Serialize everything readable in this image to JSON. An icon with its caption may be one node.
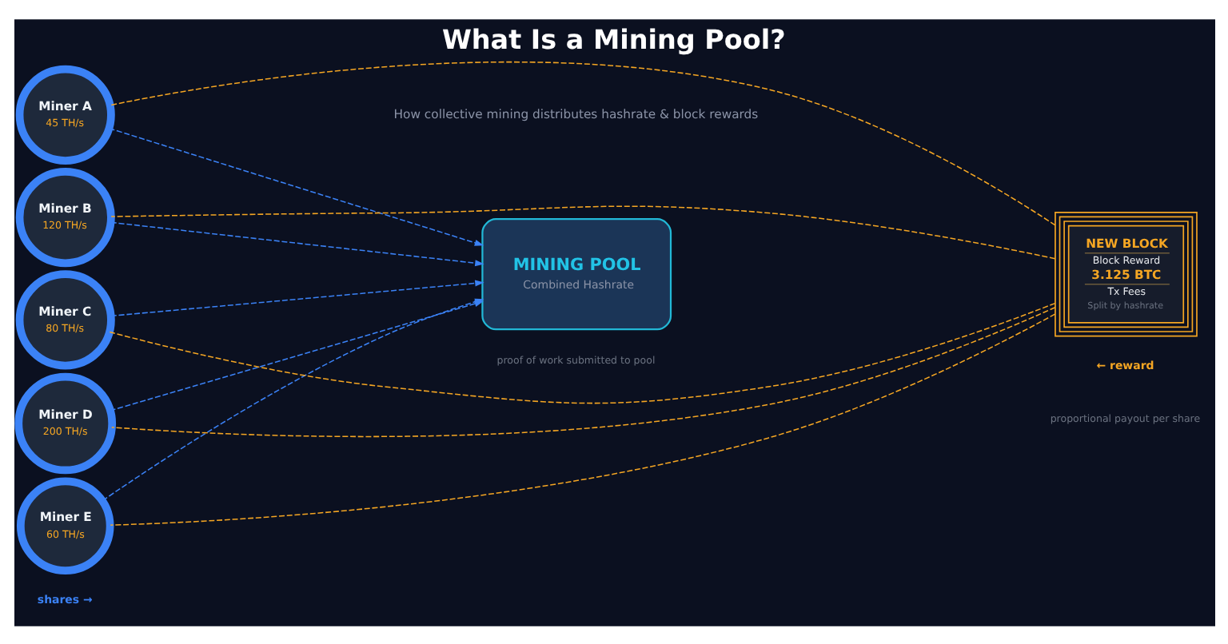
{
  "diagram": {
    "title": "What Is a Mining Pool?",
    "nodes": [
      {
        "text": [
          "Miner A",
          "45 TH/s"
        ]
      },
      {
        "text": [
          "Miner B",
          "120 TH/s"
        ]
      },
      {
        "text": [
          "Miner C",
          "80 TH/s"
        ]
      },
      {
        "text": [
          "Miner D",
          "200 TH/s"
        ]
      },
      {
        "text": [
          "Miner E",
          "60 TH/s"
        ]
      },
      {
        "text": [
          "MINING POOL",
          "Combined Hashrate"
        ]
      },
      {
        "text": [
          "NEW BLOCK",
          "Block Reward",
          "3.125 BTC",
          "Tx Fees",
          "Split by hashrate"
        ]
      }
    ],
    "edges": [
      {
        "from": 0,
        "to": 5,
        "arrow": "to",
        "style": "dashed",
        "color": "#3b82f6"
      },
      {
        "from": 1,
        "to": 5,
        "arrow": "to",
        "style": "dashed",
        "color": "#3b82f6"
      },
      {
        "from": 2,
        "to": 5,
        "arrow": "to",
        "style": "dashed",
        "color": "#3b82f6"
      },
      {
        "from": 3,
        "to": 5,
        "arrow": "to",
        "style": "dashed",
        "color": "#3b82f6"
      },
      {
        "from": 4,
        "to": 5,
        "arrow": "to",
        "style": "dashed",
        "color": "#3b82f6"
      },
      {
        "from": 6,
        "to": 0,
        "arrow": "none",
        "style": "dashed",
        "color": "#f5a623"
      },
      {
        "from": 6,
        "to": 1,
        "arrow": "none",
        "style": "dashed",
        "color": "#f5a623"
      },
      {
        "from": 6,
        "to": 2,
        "arrow": "none",
        "style": "dashed",
        "color": "#f5a623"
      },
      {
        "from": 6,
        "to": 3,
        "arrow": "none",
        "style": "dashed",
        "color": "#f5a623"
      },
      {
        "from": 6,
        "to": 4,
        "arrow": "none",
        "style": "dashed",
        "color": "#f5a623"
      }
    ],
    "labels": [
      "How collective mining distributes hashrate & block rewards",
      "shares →",
      "proof of work submitted to pool",
      "← reward",
      "proportional payout per share"
    ]
  }
}
